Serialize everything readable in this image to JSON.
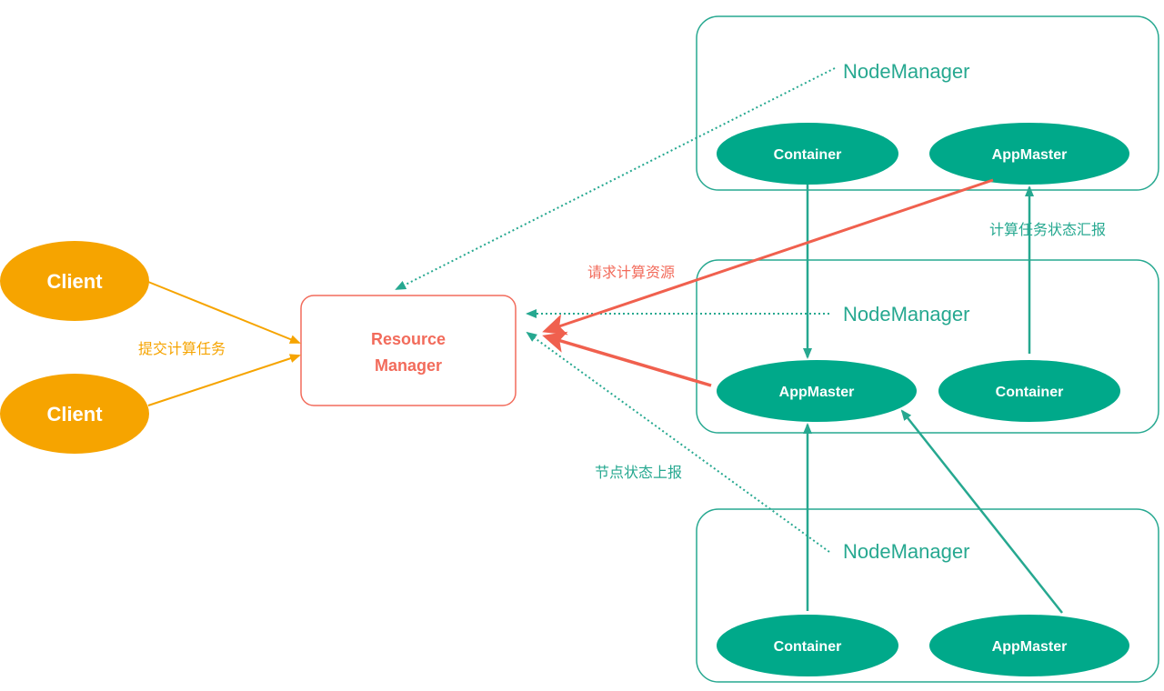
{
  "colors": {
    "teal": "#00a98a",
    "teal_line": "#26a890",
    "orange": "#f6a400",
    "red": "#f26b5b",
    "red_arrow": "#f0604e",
    "white": "#ffffff"
  },
  "clients": [
    {
      "label": "Client"
    },
    {
      "label": "Client"
    }
  ],
  "resource_manager": {
    "line1": "Resource",
    "line2": "Manager"
  },
  "node_managers": [
    {
      "label": "NodeManager",
      "left": {
        "label": "Container"
      },
      "right": {
        "label": "AppMaster"
      }
    },
    {
      "label": "NodeManager",
      "left": {
        "label": "AppMaster"
      },
      "right": {
        "label": "Container"
      }
    },
    {
      "label": "NodeManager",
      "left": {
        "label": "Container"
      },
      "right": {
        "label": "AppMaster"
      }
    }
  ],
  "annotations": {
    "submit_task": "提交计算任务",
    "request_resources": "请求计算资源",
    "task_status_report": "计算任务状态汇报",
    "node_status_report": "节点状态上报"
  }
}
